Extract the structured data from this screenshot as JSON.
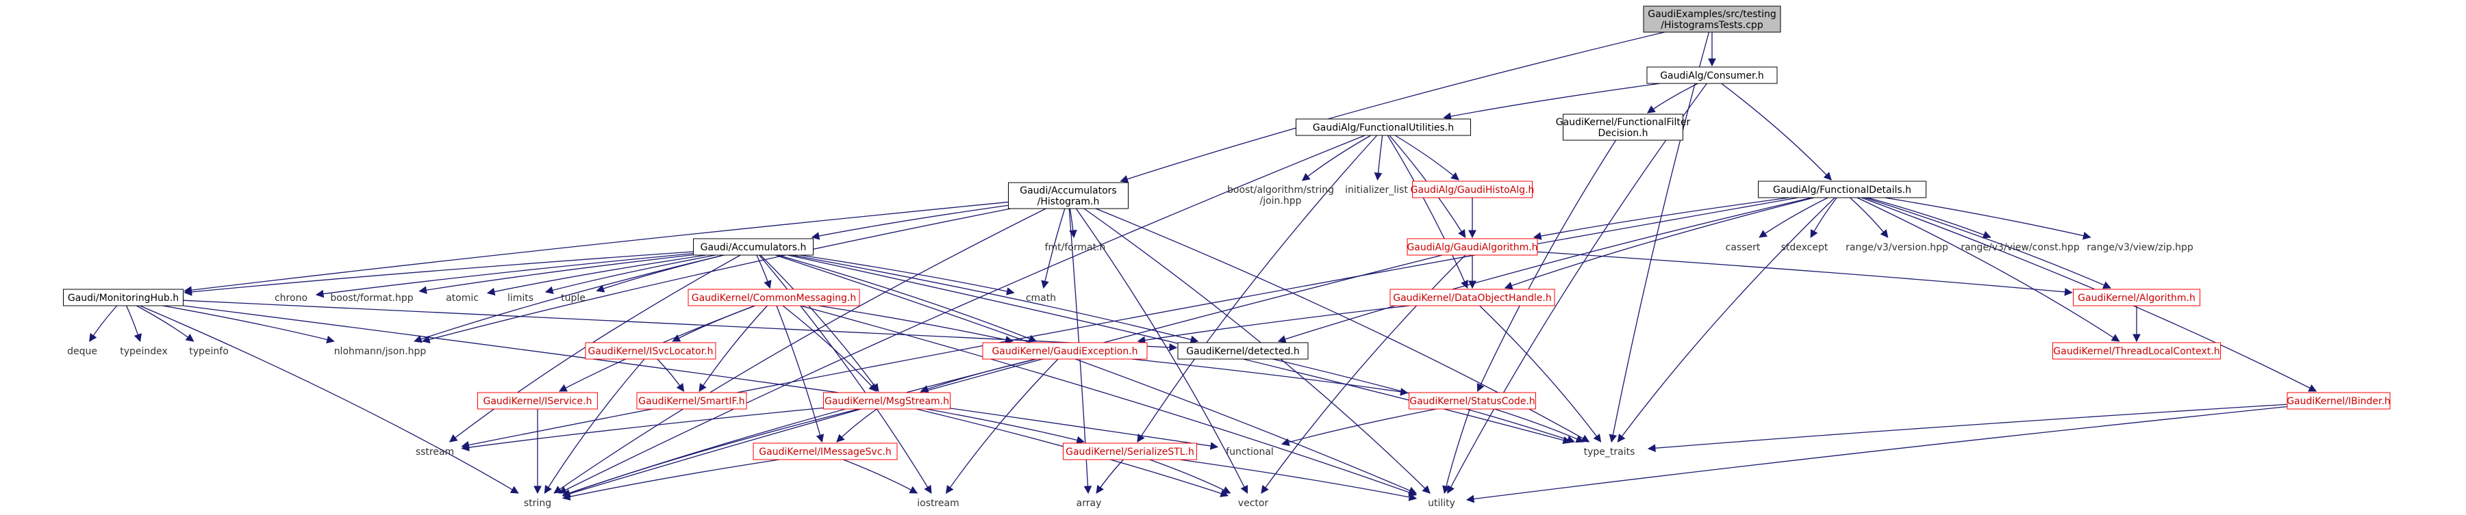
{
  "diagram": {
    "colors": {
      "edge": "#191970",
      "box_border": "#000000",
      "box_border_red": "#ff0000",
      "root_fill": "#bfbfbf",
      "text": "#000000",
      "text_red": "#cc0000"
    },
    "nodes": [
      {
        "id": "root",
        "lines": [
          "GaudiExamples/src/testing",
          "/HistogramsTests.cpp"
        ],
        "style": "root"
      },
      {
        "id": "consumer",
        "lines": [
          "GaudiAlg/Consumer.h"
        ],
        "style": "box"
      },
      {
        "id": "funcutil",
        "lines": [
          "GaudiAlg/FunctionalUtilities.h"
        ],
        "style": "box"
      },
      {
        "id": "funcfilter",
        "lines": [
          "GaudiKernel/FunctionalFilter",
          "Decision.h"
        ],
        "style": "box"
      },
      {
        "id": "funcdetails",
        "lines": [
          "GaudiAlg/FunctionalDetails.h"
        ],
        "style": "box"
      },
      {
        "id": "histogram",
        "lines": [
          "Gaudi/Accumulators",
          "/Histogram.h"
        ],
        "style": "box"
      },
      {
        "id": "boostjson",
        "lines": [
          "boost/algorithm/string",
          "/join.hpp"
        ],
        "style": "plain"
      },
      {
        "id": "initlist",
        "lines": [
          "initializer_list"
        ],
        "style": "plain"
      },
      {
        "id": "histoalg",
        "lines": [
          "GaudiAlg/GaudiHistoAlg.h"
        ],
        "style": "red"
      },
      {
        "id": "fmt",
        "lines": [
          "fmt/format.h"
        ],
        "style": "plain"
      },
      {
        "id": "accum",
        "lines": [
          "Gaudi/Accumulators.h"
        ],
        "style": "box"
      },
      {
        "id": "gaudialg",
        "lines": [
          "GaudiAlg/GaudiAlgorithm.h"
        ],
        "style": "red"
      },
      {
        "id": "cassert",
        "lines": [
          "cassert"
        ],
        "style": "plain"
      },
      {
        "id": "stdexcept",
        "lines": [
          "stdexcept"
        ],
        "style": "plain"
      },
      {
        "id": "rangever",
        "lines": [
          "range/v3/version.hpp"
        ],
        "style": "plain"
      },
      {
        "id": "rangeconst",
        "lines": [
          "range/v3/view/const.hpp"
        ],
        "style": "plain"
      },
      {
        "id": "rangezip",
        "lines": [
          "range/v3/view/zip.hpp"
        ],
        "style": "plain"
      },
      {
        "id": "monhub",
        "lines": [
          "Gaudi/MonitoringHub.h"
        ],
        "style": "box"
      },
      {
        "id": "chrono",
        "lines": [
          "chrono"
        ],
        "style": "plain"
      },
      {
        "id": "boostfmt",
        "lines": [
          "boost/format.hpp"
        ],
        "style": "plain"
      },
      {
        "id": "atomic",
        "lines": [
          "atomic"
        ],
        "style": "plain"
      },
      {
        "id": "limits",
        "lines": [
          "limits"
        ],
        "style": "plain"
      },
      {
        "id": "tuple",
        "lines": [
          "tuple"
        ],
        "style": "plain"
      },
      {
        "id": "commmsg",
        "lines": [
          "GaudiKernel/CommonMessaging.h"
        ],
        "style": "red"
      },
      {
        "id": "cmath",
        "lines": [
          "cmath"
        ],
        "style": "plain"
      },
      {
        "id": "dataobj",
        "lines": [
          "GaudiKernel/DataObjectHandle.h"
        ],
        "style": "red"
      },
      {
        "id": "kalgorithm",
        "lines": [
          "GaudiKernel/Algorithm.h"
        ],
        "style": "red"
      },
      {
        "id": "deque",
        "lines": [
          "deque"
        ],
        "style": "plain"
      },
      {
        "id": "typeindex",
        "lines": [
          "typeindex"
        ],
        "style": "plain"
      },
      {
        "id": "typeinfo",
        "lines": [
          "typeinfo"
        ],
        "style": "plain"
      },
      {
        "id": "nlohmann",
        "lines": [
          "nlohmann/json.hpp"
        ],
        "style": "plain"
      },
      {
        "id": "isvcloc",
        "lines": [
          "GaudiKernel/ISvcLocator.h"
        ],
        "style": "red"
      },
      {
        "id": "gexc",
        "lines": [
          "GaudiKernel/GaudiException.h"
        ],
        "style": "red"
      },
      {
        "id": "detected",
        "lines": [
          "GaudiKernel/detected.h"
        ],
        "style": "box"
      },
      {
        "id": "threadlocal",
        "lines": [
          "GaudiKernel/ThreadLocalContext.h"
        ],
        "style": "red"
      },
      {
        "id": "iservice",
        "lines": [
          "GaudiKernel/IService.h"
        ],
        "style": "red"
      },
      {
        "id": "smartif",
        "lines": [
          "GaudiKernel/SmartIF.h"
        ],
        "style": "red"
      },
      {
        "id": "msgstream",
        "lines": [
          "GaudiKernel/MsgStream.h"
        ],
        "style": "red"
      },
      {
        "id": "statuscode",
        "lines": [
          "GaudiKernel/StatusCode.h"
        ],
        "style": "red"
      },
      {
        "id": "ibinder",
        "lines": [
          "GaudiKernel/IBinder.h"
        ],
        "style": "red"
      },
      {
        "id": "sstream",
        "lines": [
          "sstream"
        ],
        "style": "plain"
      },
      {
        "id": "imsgsvc",
        "lines": [
          "GaudiKernel/IMessageSvc.h"
        ],
        "style": "red"
      },
      {
        "id": "functional",
        "lines": [
          "functional"
        ],
        "style": "plain"
      },
      {
        "id": "serialize",
        "lines": [
          "GaudiKernel/SerializeSTL.h"
        ],
        "style": "red"
      },
      {
        "id": "typetraits",
        "lines": [
          "type_traits"
        ],
        "style": "plain"
      },
      {
        "id": "string",
        "lines": [
          "string"
        ],
        "style": "plain"
      },
      {
        "id": "iostream",
        "lines": [
          "iostream"
        ],
        "style": "plain"
      },
      {
        "id": "array",
        "lines": [
          "array"
        ],
        "style": "plain"
      },
      {
        "id": "vector",
        "lines": [
          "vector"
        ],
        "style": "plain"
      },
      {
        "id": "utility",
        "lines": [
          "utility"
        ],
        "style": "plain"
      }
    ],
    "edges": [
      [
        "root",
        "consumer"
      ],
      [
        "root",
        "histogram"
      ],
      [
        "root",
        "typetraits"
      ],
      [
        "consumer",
        "funcutil"
      ],
      [
        "consumer",
        "funcfilter"
      ],
      [
        "consumer",
        "funcdetails"
      ],
      [
        "consumer",
        "utility"
      ],
      [
        "funcutil",
        "boostjson"
      ],
      [
        "funcutil",
        "initlist"
      ],
      [
        "funcutil",
        "histoalg"
      ],
      [
        "funcutil",
        "gaudialg"
      ],
      [
        "funcutil",
        "dataobj"
      ],
      [
        "funcutil",
        "string"
      ],
      [
        "funcutil",
        "serialize"
      ],
      [
        "funcfilter",
        "statuscode"
      ],
      [
        "funcdetails",
        "gaudialg"
      ],
      [
        "funcdetails",
        "dataobj"
      ],
      [
        "funcdetails",
        "cassert"
      ],
      [
        "funcdetails",
        "stdexcept"
      ],
      [
        "funcdetails",
        "rangever"
      ],
      [
        "funcdetails",
        "rangeconst"
      ],
      [
        "funcdetails",
        "rangezip"
      ],
      [
        "funcdetails",
        "kalgorithm"
      ],
      [
        "funcdetails",
        "threadlocal"
      ],
      [
        "funcdetails",
        "ibinder"
      ],
      [
        "funcdetails",
        "detected"
      ],
      [
        "funcdetails",
        "typetraits"
      ],
      [
        "funcdetails",
        "sstream"
      ],
      [
        "histoalg",
        "gaudialg"
      ],
      [
        "histogram",
        "accum"
      ],
      [
        "histogram",
        "monhub"
      ],
      [
        "histogram",
        "fmt"
      ],
      [
        "histogram",
        "nlohmann"
      ],
      [
        "histogram",
        "cmath"
      ],
      [
        "histogram",
        "string"
      ],
      [
        "histogram",
        "utility"
      ],
      [
        "histogram",
        "vector"
      ],
      [
        "histogram",
        "array"
      ],
      [
        "histogram",
        "typetraits"
      ],
      [
        "accum",
        "monhub"
      ],
      [
        "accum",
        "chrono"
      ],
      [
        "accum",
        "boostfmt"
      ],
      [
        "accum",
        "atomic"
      ],
      [
        "accum",
        "limits"
      ],
      [
        "accum",
        "tuple"
      ],
      [
        "accum",
        "commmsg"
      ],
      [
        "accum",
        "cmath"
      ],
      [
        "accum",
        "nlohmann"
      ],
      [
        "accum",
        "detected"
      ],
      [
        "accum",
        "msgstream"
      ],
      [
        "accum",
        "iostream"
      ],
      [
        "accum",
        "sstream"
      ],
      [
        "accum",
        "utility"
      ],
      [
        "accum",
        "typetraits"
      ],
      [
        "accum",
        "gexc"
      ],
      [
        "gaudialg",
        "dataobj"
      ],
      [
        "gaudialg",
        "kalgorithm"
      ],
      [
        "gaudialg",
        "vector"
      ],
      [
        "gaudialg",
        "string"
      ],
      [
        "monhub",
        "deque"
      ],
      [
        "monhub",
        "typeindex"
      ],
      [
        "monhub",
        "typeinfo"
      ],
      [
        "monhub",
        "nlohmann"
      ],
      [
        "monhub",
        "detected"
      ],
      [
        "monhub",
        "string"
      ],
      [
        "monhub",
        "functional"
      ],
      [
        "commmsg",
        "isvcloc"
      ],
      [
        "commmsg",
        "smartif"
      ],
      [
        "commmsg",
        "iservice"
      ],
      [
        "commmsg",
        "msgstream"
      ],
      [
        "commmsg",
        "imsgsvc"
      ],
      [
        "commmsg",
        "gexc"
      ],
      [
        "commmsg",
        "utility"
      ],
      [
        "dataobj",
        "gexc"
      ],
      [
        "dataobj",
        "typetraits"
      ],
      [
        "kalgorithm",
        "threadlocal"
      ],
      [
        "isvcloc",
        "smartif"
      ],
      [
        "isvcloc",
        "string"
      ],
      [
        "gexc",
        "msgstream"
      ],
      [
        "gexc",
        "statuscode"
      ],
      [
        "gexc",
        "string"
      ],
      [
        "gexc",
        "iostream"
      ],
      [
        "detected",
        "typetraits"
      ],
      [
        "iservice",
        "string"
      ],
      [
        "msgstream",
        "imsgsvc"
      ],
      [
        "msgstream",
        "serialize"
      ],
      [
        "msgstream",
        "string"
      ],
      [
        "msgstream",
        "sstream"
      ],
      [
        "msgstream",
        "vector"
      ],
      [
        "statuscode",
        "typetraits"
      ],
      [
        "statuscode",
        "utility"
      ],
      [
        "statuscode",
        "functional"
      ],
      [
        "ibinder",
        "typetraits"
      ],
      [
        "ibinder",
        "utility"
      ],
      [
        "imsgsvc",
        "string"
      ],
      [
        "imsgsvc",
        "iostream"
      ],
      [
        "serialize",
        "vector"
      ],
      [
        "serialize",
        "array"
      ],
      [
        "serialize",
        "utility"
      ]
    ]
  }
}
